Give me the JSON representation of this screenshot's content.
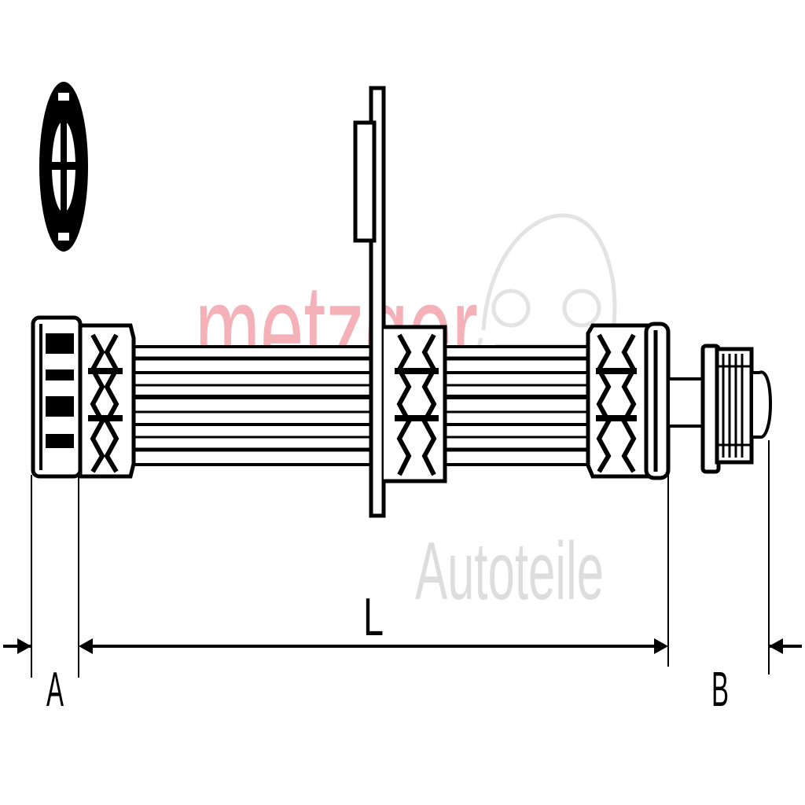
{
  "watermark": {
    "brand": "metzger",
    "tagline": "Autoteile",
    "brand_color": "#f2a0a8",
    "tagline_color": "#d4d4d4"
  },
  "dimensions": {
    "length_label": "L",
    "end_a_label": "A",
    "end_b_label": "B"
  },
  "colors": {
    "line": "#000000",
    "background": "#ffffff"
  }
}
